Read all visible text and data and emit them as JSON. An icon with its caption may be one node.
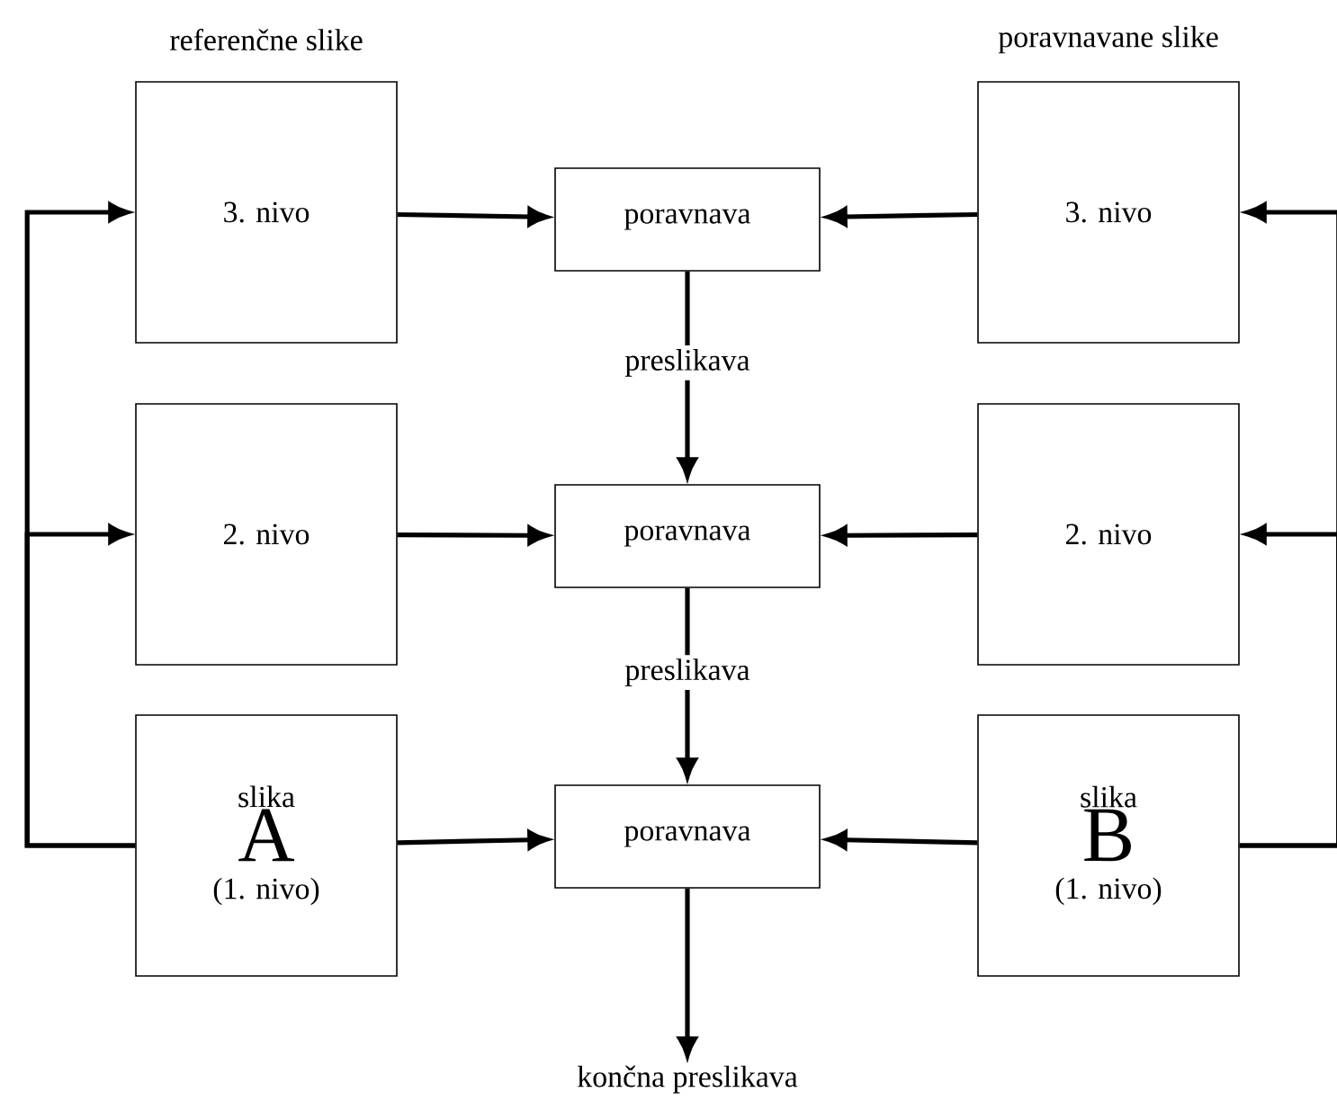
{
  "diagram": {
    "nodes": [
      {
        "text": [
          "3. nivo"
        ],
        "beside": [
          "referenčne slike"
        ]
      },
      {
        "text": [
          "poravnava"
        ]
      },
      {
        "text": [
          "3. nivo"
        ],
        "beside": [
          "poravnavane slike"
        ]
      },
      {
        "text": [
          "2. nivo"
        ]
      },
      {
        "text": [
          "poravnava"
        ]
      },
      {
        "text": [
          "2. nivo"
        ]
      },
      {
        "text": [
          "slika",
          "A",
          "(1. nivo)"
        ]
      },
      {
        "text": [
          "poravnava"
        ]
      },
      {
        "text": [
          "slika",
          "B",
          "(1. nivo)"
        ]
      },
      {
        "text": [
          "končna preslikava"
        ]
      }
    ],
    "edges": [
      {
        "from": 0,
        "to": 1,
        "arrow": "to"
      },
      {
        "from": 2,
        "to": 1,
        "arrow": "to"
      },
      {
        "from": 1,
        "to": 4,
        "arrow": "to",
        "label": "preslikava"
      },
      {
        "from": 3,
        "to": 4,
        "arrow": "to"
      },
      {
        "from": 5,
        "to": 4,
        "arrow": "to"
      },
      {
        "from": 4,
        "to": 7,
        "arrow": "to",
        "label": "preslikava"
      },
      {
        "from": 6,
        "to": 7,
        "arrow": "to"
      },
      {
        "from": 8,
        "to": 7,
        "arrow": "to"
      },
      {
        "from": 7,
        "to": 9,
        "arrow": "to"
      },
      {
        "from": 6,
        "to": 0,
        "arrow": "to"
      },
      {
        "from": 6,
        "to": 3,
        "arrow": "to"
      },
      {
        "from": 8,
        "to": 2,
        "arrow": "to"
      },
      {
        "from": 8,
        "to": 5,
        "arrow": "to"
      }
    ]
  }
}
